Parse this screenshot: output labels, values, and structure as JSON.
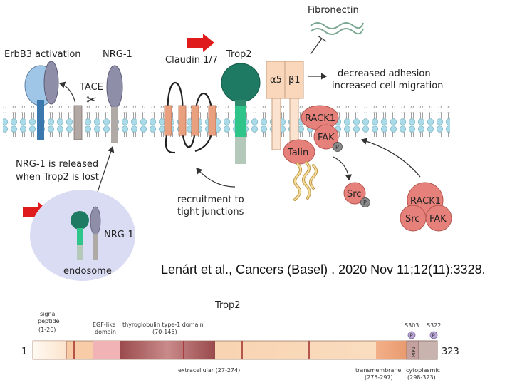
{
  "labels": {
    "fibronectin": "Fibronectin",
    "erbb3_activation": "ErbB3 activation",
    "nrg1_top": "NRG-1",
    "tace": "TACE",
    "claudin": "Claudin 1/7",
    "trop2": "Trop2",
    "alpha5": "α5",
    "beta1": "β1",
    "decreased_adhesion": "decreased adhesion",
    "increased_migration": "increased cell migration",
    "rack1": "RACK1",
    "fak": "FAK",
    "p": "P",
    "talin": "Talin",
    "src": "Src",
    "nrg1_released_line1": "NRG-1 is released",
    "nrg1_released_line2": "when Trop2 is lost",
    "recruitment_line1": "recruitment to",
    "recruitment_line2": "tight junctions",
    "nrg1_endosome": "NRG-1",
    "endosome": "endosome",
    "rack1_b": "RACK1",
    "src_b": "Src",
    "fak_b": "FAK"
  },
  "citation": "Lenárt et al., Cancers (Basel) . 2020 Nov 11;12(11):3328.",
  "domain_map": {
    "title": "Trop2",
    "start": "1",
    "end": "323",
    "signal_line1": "signal",
    "signal_line2": "peptide",
    "signal_range": "(1-26)",
    "egf_line1": "EGF-like",
    "egf_line2": "domain",
    "thyro_line1": "thyroglobulin type-1 domain",
    "thyro_range": "(70-145)",
    "extracellular": "extracellular (27-274)",
    "tm_line1": "transmembrane",
    "tm_range": "(275-297)",
    "cyto_line1": "cytoplasmic",
    "cyto_range": "(298-323)",
    "s303": "S303",
    "s322": "S322",
    "p1": "P",
    "p2": "P",
    "pip2": "PIP2"
  },
  "colors": {
    "membrane_head": "#a9dbe8",
    "receptor_blue": "#9fc6e6",
    "nrg_purple": "#8f8ea8",
    "trop2_green": "#1e7a62",
    "rack1_red": "#e6807a",
    "red_arrow": "#e01b1b",
    "endosome": "#d9dcf3"
  }
}
